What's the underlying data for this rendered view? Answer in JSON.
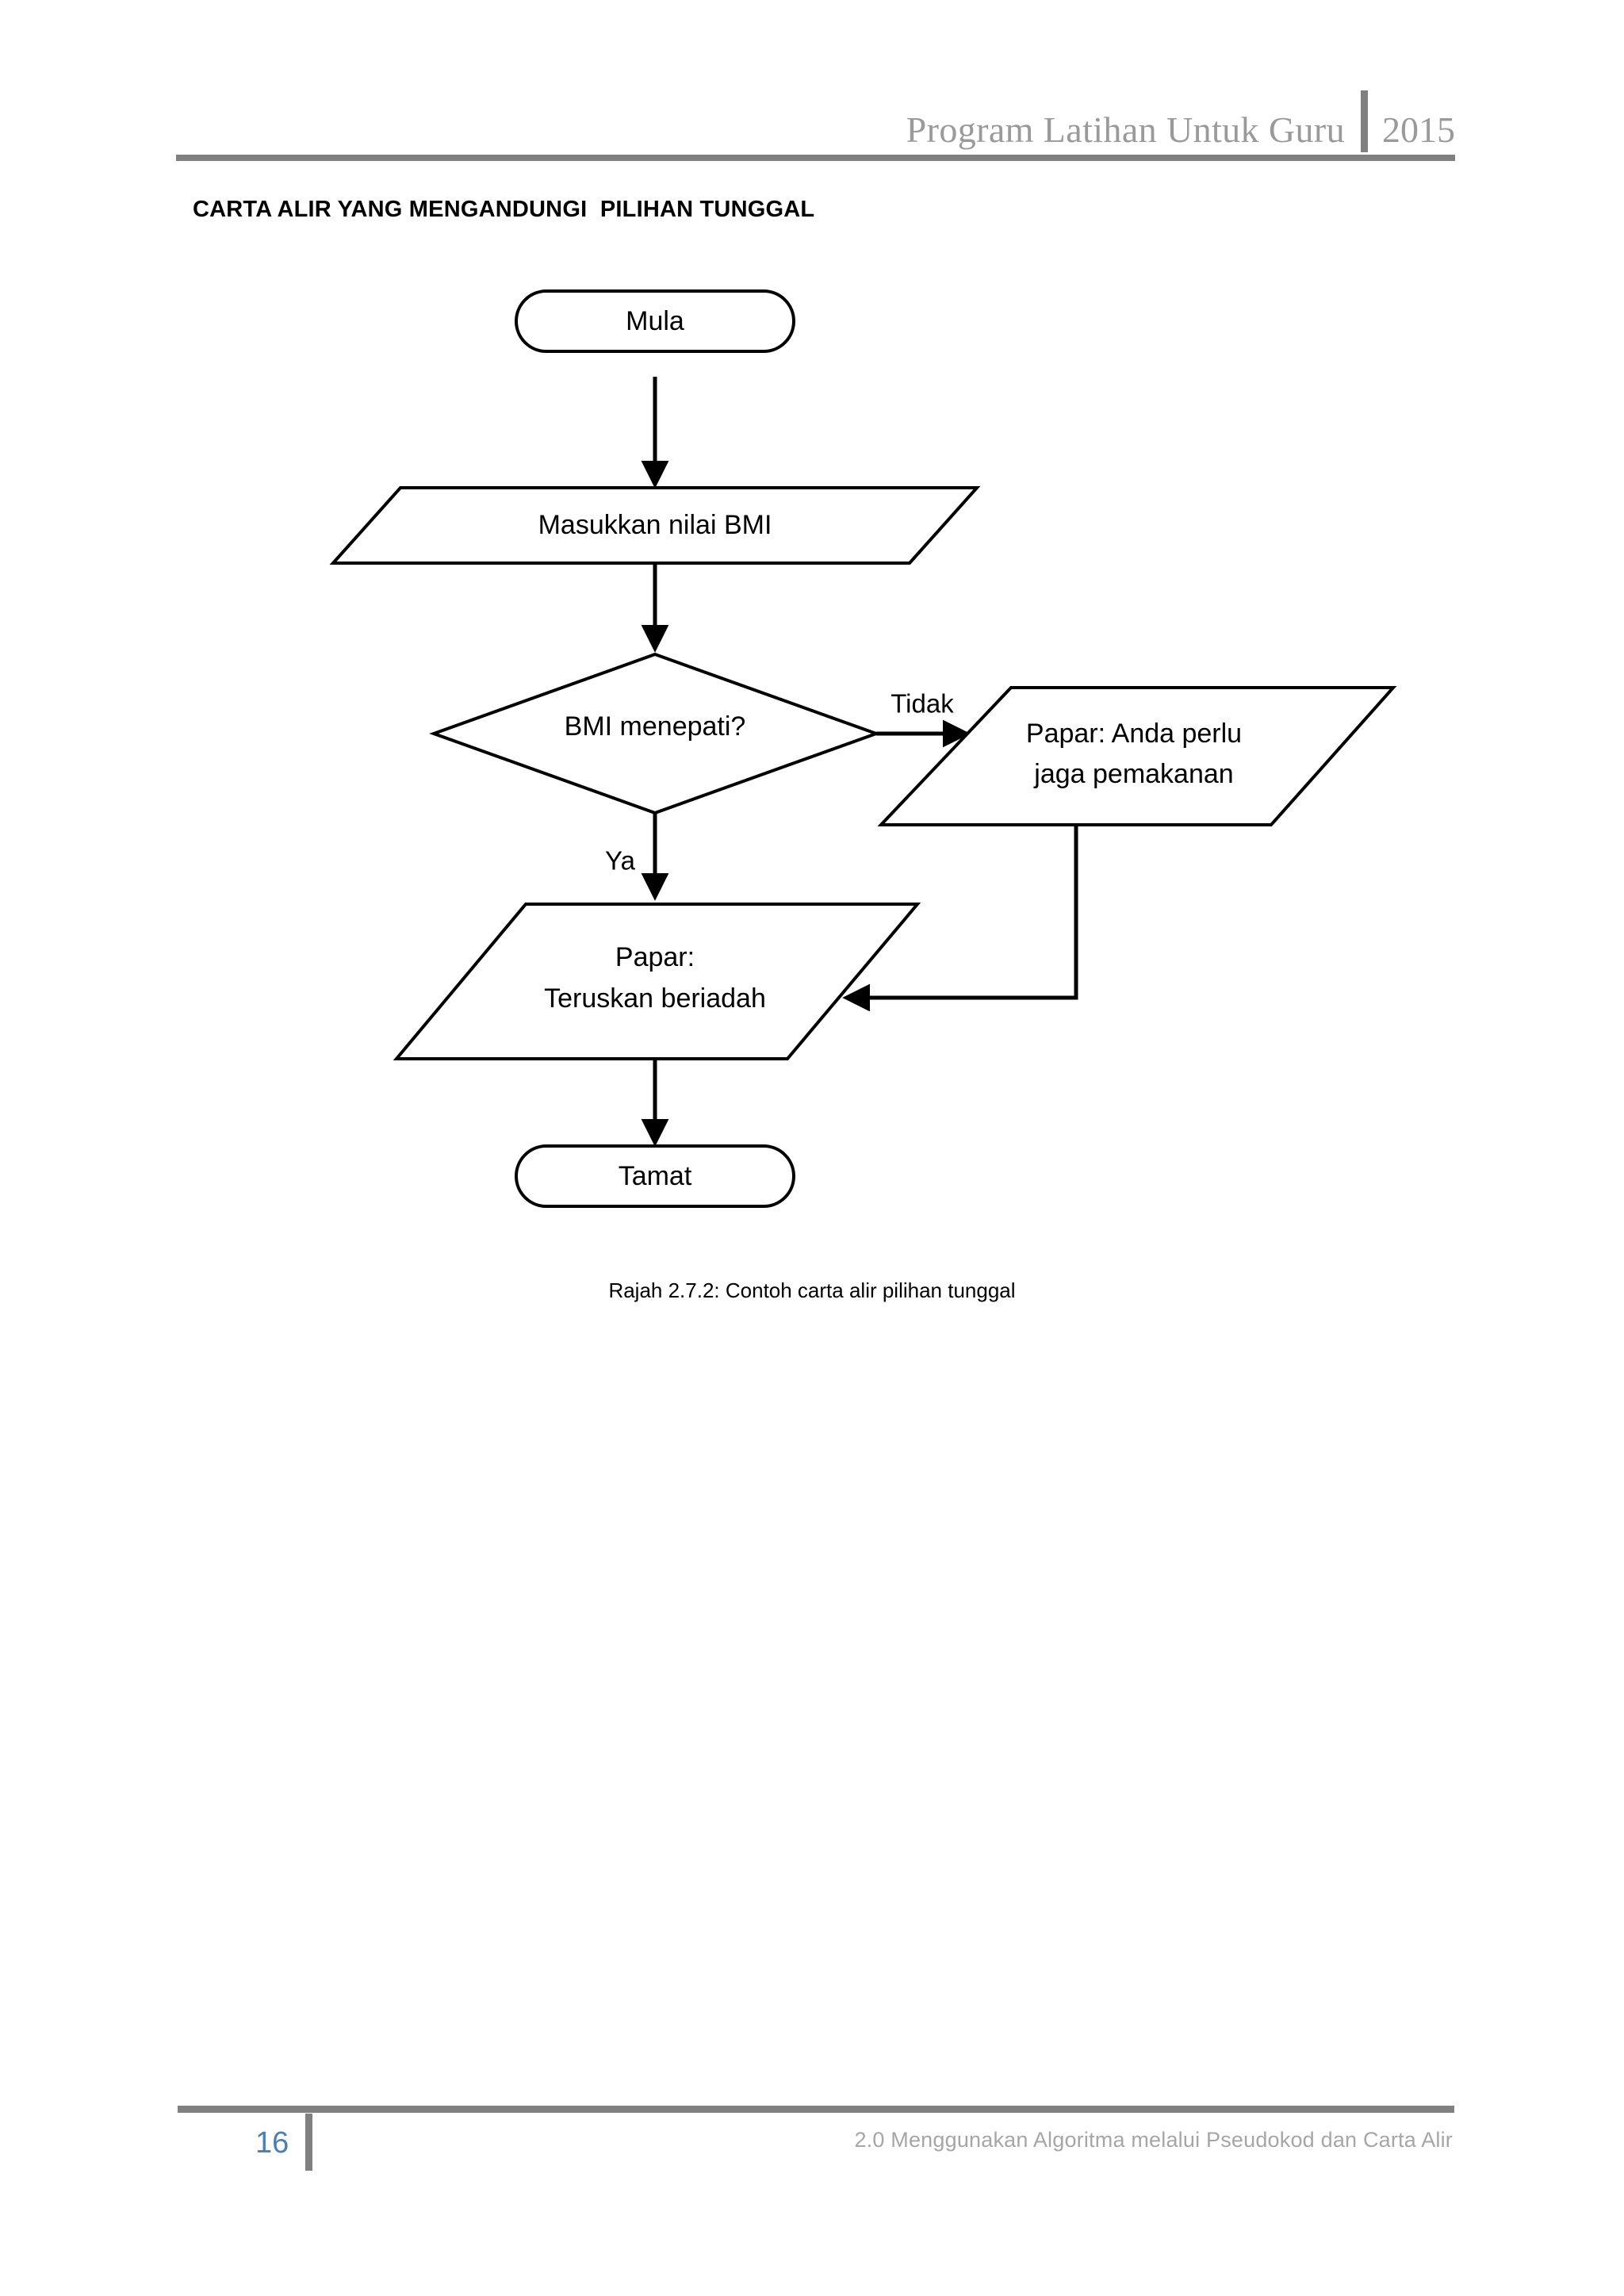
{
  "header": {
    "title": "Program Latihan Untuk Guru",
    "year": "2015"
  },
  "section": {
    "title": "CARTA ALIR YANG MENGANDUNGI  PILIHAN TUNGGAL"
  },
  "figure": {
    "caption": "Rajah 2.7.2: Contoh carta alir pilihan tunggal",
    "nodes": {
      "start": "Mula",
      "input": "Masukkan nilai BMI",
      "decision": "BMI menepati?",
      "output_no_line1": "Papar: Anda perlu",
      "output_no_line2": "jaga pemakanan",
      "output_yes_line1": "Papar:",
      "output_yes_line2": "Teruskan beriadah",
      "end": "Tamat"
    },
    "edges": {
      "yes": "Ya",
      "no": "Tidak"
    }
  },
  "footer": {
    "page_number": "16",
    "note": "2.0 Menggunakan Algoritma melalui Pseudokod dan Carta Alir"
  },
  "colors": {
    "header_text": "#9a9a9a",
    "rule": "#808080",
    "page_number": "#4A7EBB",
    "footer_note": "#a6a6a6",
    "stroke": "#000000"
  }
}
